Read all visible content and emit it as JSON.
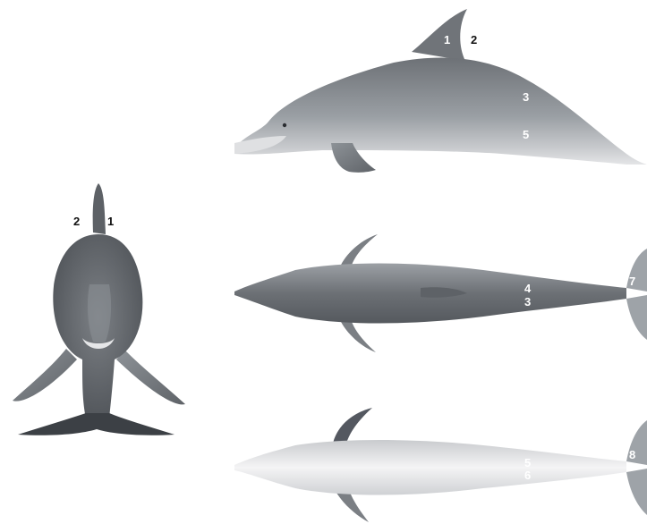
{
  "colors": {
    "body": "#8c9196",
    "back": "#6f7378",
    "belly": "#e6e7e9",
    "fin": "#7e8389",
    "label_light": "#ffffff",
    "label_dark": "#111111"
  },
  "views": {
    "front": {
      "labels": [
        "2",
        "1"
      ]
    },
    "side": {
      "labels": [
        "1",
        "2",
        "3",
        "5"
      ]
    },
    "dorsal": {
      "labels": [
        "4",
        "3",
        "7"
      ]
    },
    "ventral": {
      "labels": [
        "5",
        "6",
        "8"
      ]
    }
  }
}
